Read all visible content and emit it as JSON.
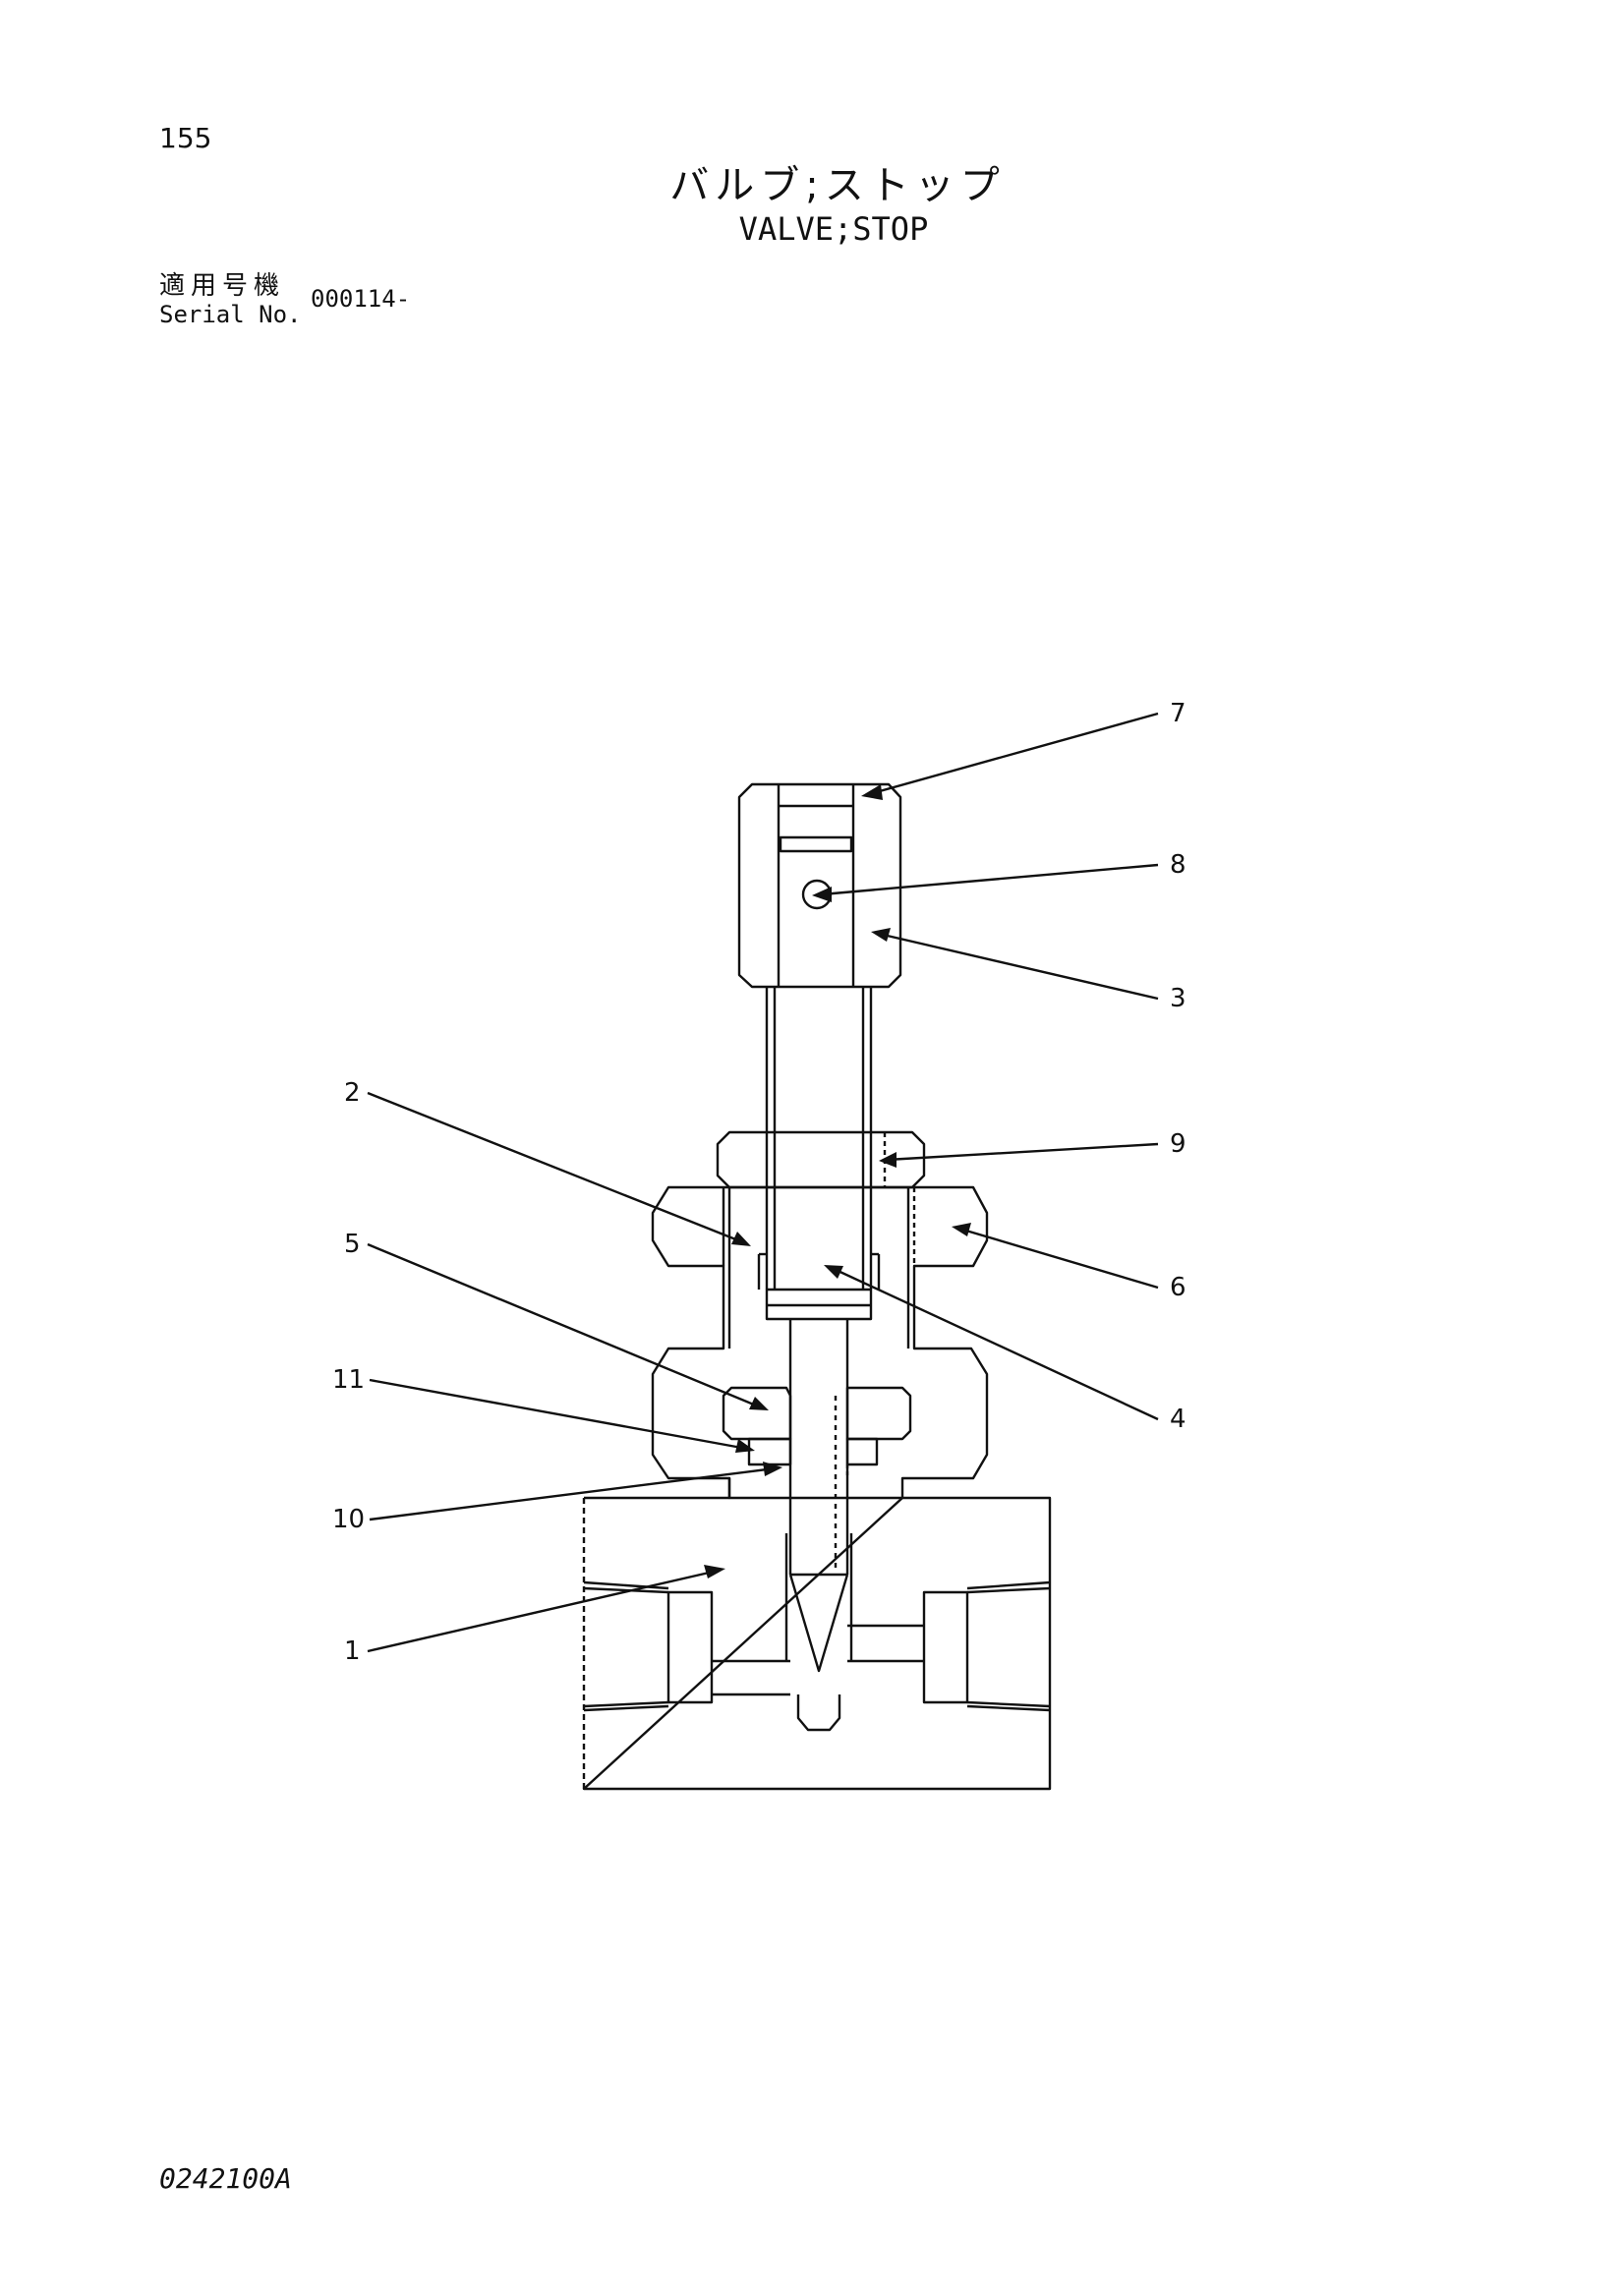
{
  "header": {
    "page_number": "155",
    "title_jp": "バルブ;ストップ",
    "title_en": "VALVE;STOP",
    "serial_label_jp": "適用号機",
    "serial_label_en": "Serial No.",
    "serial_value": "000114-"
  },
  "diagram": {
    "callouts": [
      {
        "id": "c7",
        "label": "7"
      },
      {
        "id": "c8",
        "label": "8"
      },
      {
        "id": "c3",
        "label": "3"
      },
      {
        "id": "c9",
        "label": "9"
      },
      {
        "id": "c6",
        "label": "6"
      },
      {
        "id": "c4",
        "label": "4"
      },
      {
        "id": "c2",
        "label": "2"
      },
      {
        "id": "c5",
        "label": "5"
      },
      {
        "id": "c11",
        "label": "11"
      },
      {
        "id": "c10",
        "label": "10"
      },
      {
        "id": "c1",
        "label": "1"
      }
    ]
  },
  "footer": {
    "drawing_code": "0242100A"
  }
}
